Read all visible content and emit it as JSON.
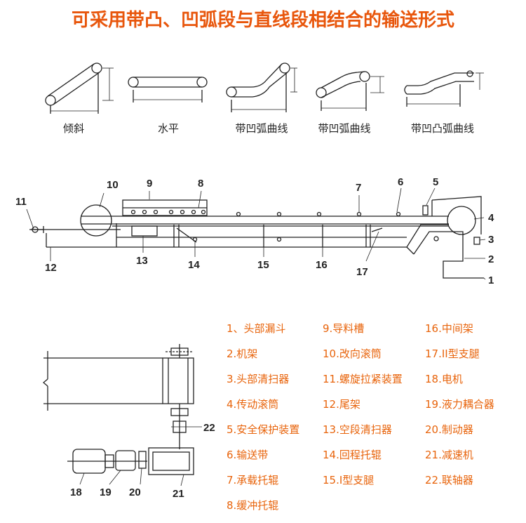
{
  "title": "可采用带凸、凹弧段与直线段相结合的输送形式",
  "variants": [
    "倾斜",
    "水平",
    "带凹弧曲线",
    "带凹弧曲线",
    "带凹凸弧曲线"
  ],
  "callouts": {
    "n1": "1",
    "n2": "2",
    "n3": "3",
    "n4": "4",
    "n5": "5",
    "n6": "6",
    "n7": "7",
    "n8": "8",
    "n9": "9",
    "n10": "10",
    "n11": "11",
    "n12": "12",
    "n13": "13",
    "n14": "14",
    "n15": "15",
    "n16": "16",
    "n17": "17",
    "n18": "18",
    "n19": "19",
    "n20": "20",
    "n21": "21",
    "n22": "22"
  },
  "legend_col1": [
    "1、头部漏斗",
    "2.机架",
    "3.头部清扫器",
    "4.传动滚筒",
    "5.安全保护装置",
    "6.输送带",
    "7.承载托辊",
    "8.缓冲托辊"
  ],
  "legend_col2": [
    "9.导料槽",
    "10.改向滚筒",
    "11.螺旋拉紧装置",
    "12.尾架",
    "13.空段清扫器",
    "14.回程托辊",
    "15.I型支腿"
  ],
  "legend_col3": [
    "16.中间架",
    "17.II型支腿",
    "18.电机",
    "19.液力耦合器",
    "20.制动器",
    "21.减速机",
    "22.联轴器"
  ],
  "colors": {
    "title": "#e8560c",
    "legend": "#e8640c",
    "line": "#222222"
  }
}
